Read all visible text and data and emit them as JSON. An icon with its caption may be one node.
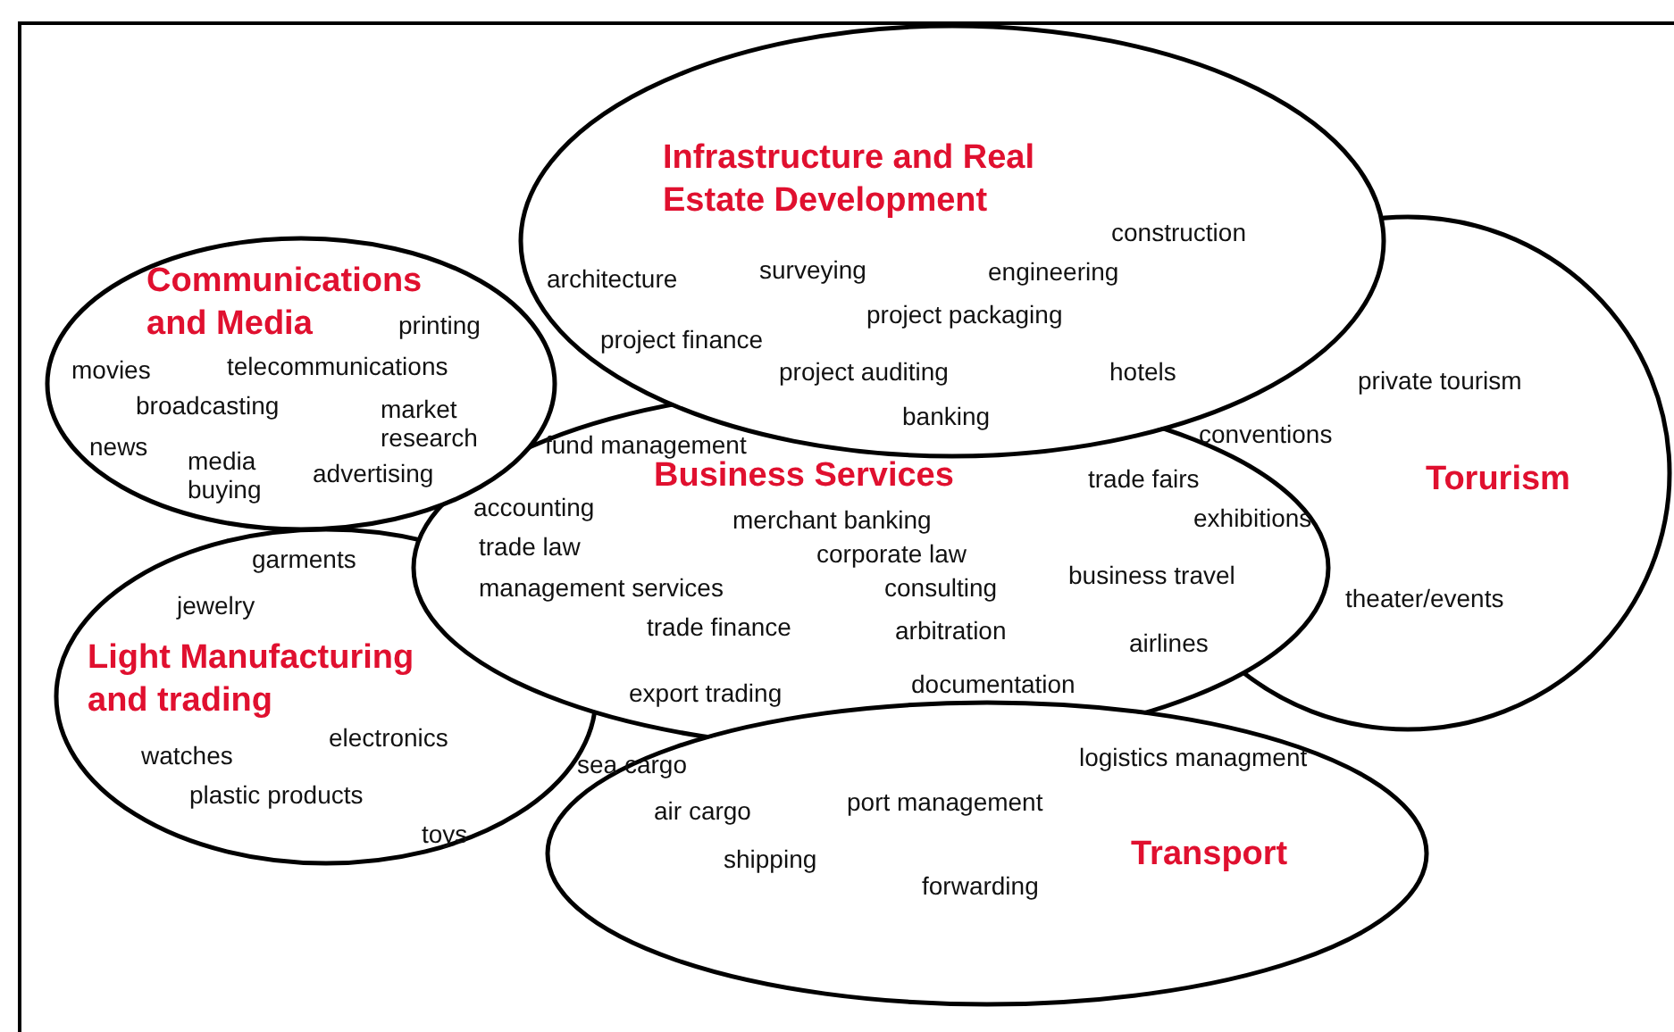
{
  "diagram": {
    "nodes": [
      {
        "text": [
          "Infrastructure and Real Estate Development"
        ]
      },
      {
        "text": [
          "Communications and Media"
        ]
      },
      {
        "text": [
          "Torurism"
        ]
      },
      {
        "text": [
          "Business Services"
        ]
      },
      {
        "text": [
          "Light Manufacturing and trading"
        ]
      },
      {
        "text": [
          "Transport"
        ]
      }
    ],
    "labels": [
      "construction",
      "architecture",
      "surveying",
      "engineering",
      "printing",
      "project packaging",
      "project finance",
      "movies",
      "telecommunications",
      "project auditing",
      "hotels",
      "private tourism",
      "broadcasting",
      "market research",
      "fund management",
      "banking",
      "conventions",
      "news",
      "media buying",
      "advertising",
      "trade fairs",
      "exhibitions",
      "accounting",
      "merchant banking",
      "trade law",
      "corporate law",
      "garments",
      "business travel",
      "management services",
      "consulting",
      "theater/events",
      "jewelry",
      "trade finance",
      "arbitration",
      "airlines",
      "documentation",
      "export trading",
      "electronics",
      "logistics managment",
      "watches",
      "sea cargo",
      "port management",
      "air cargo",
      "plastic products",
      "toys",
      "shipping",
      "forwarding"
    ]
  }
}
